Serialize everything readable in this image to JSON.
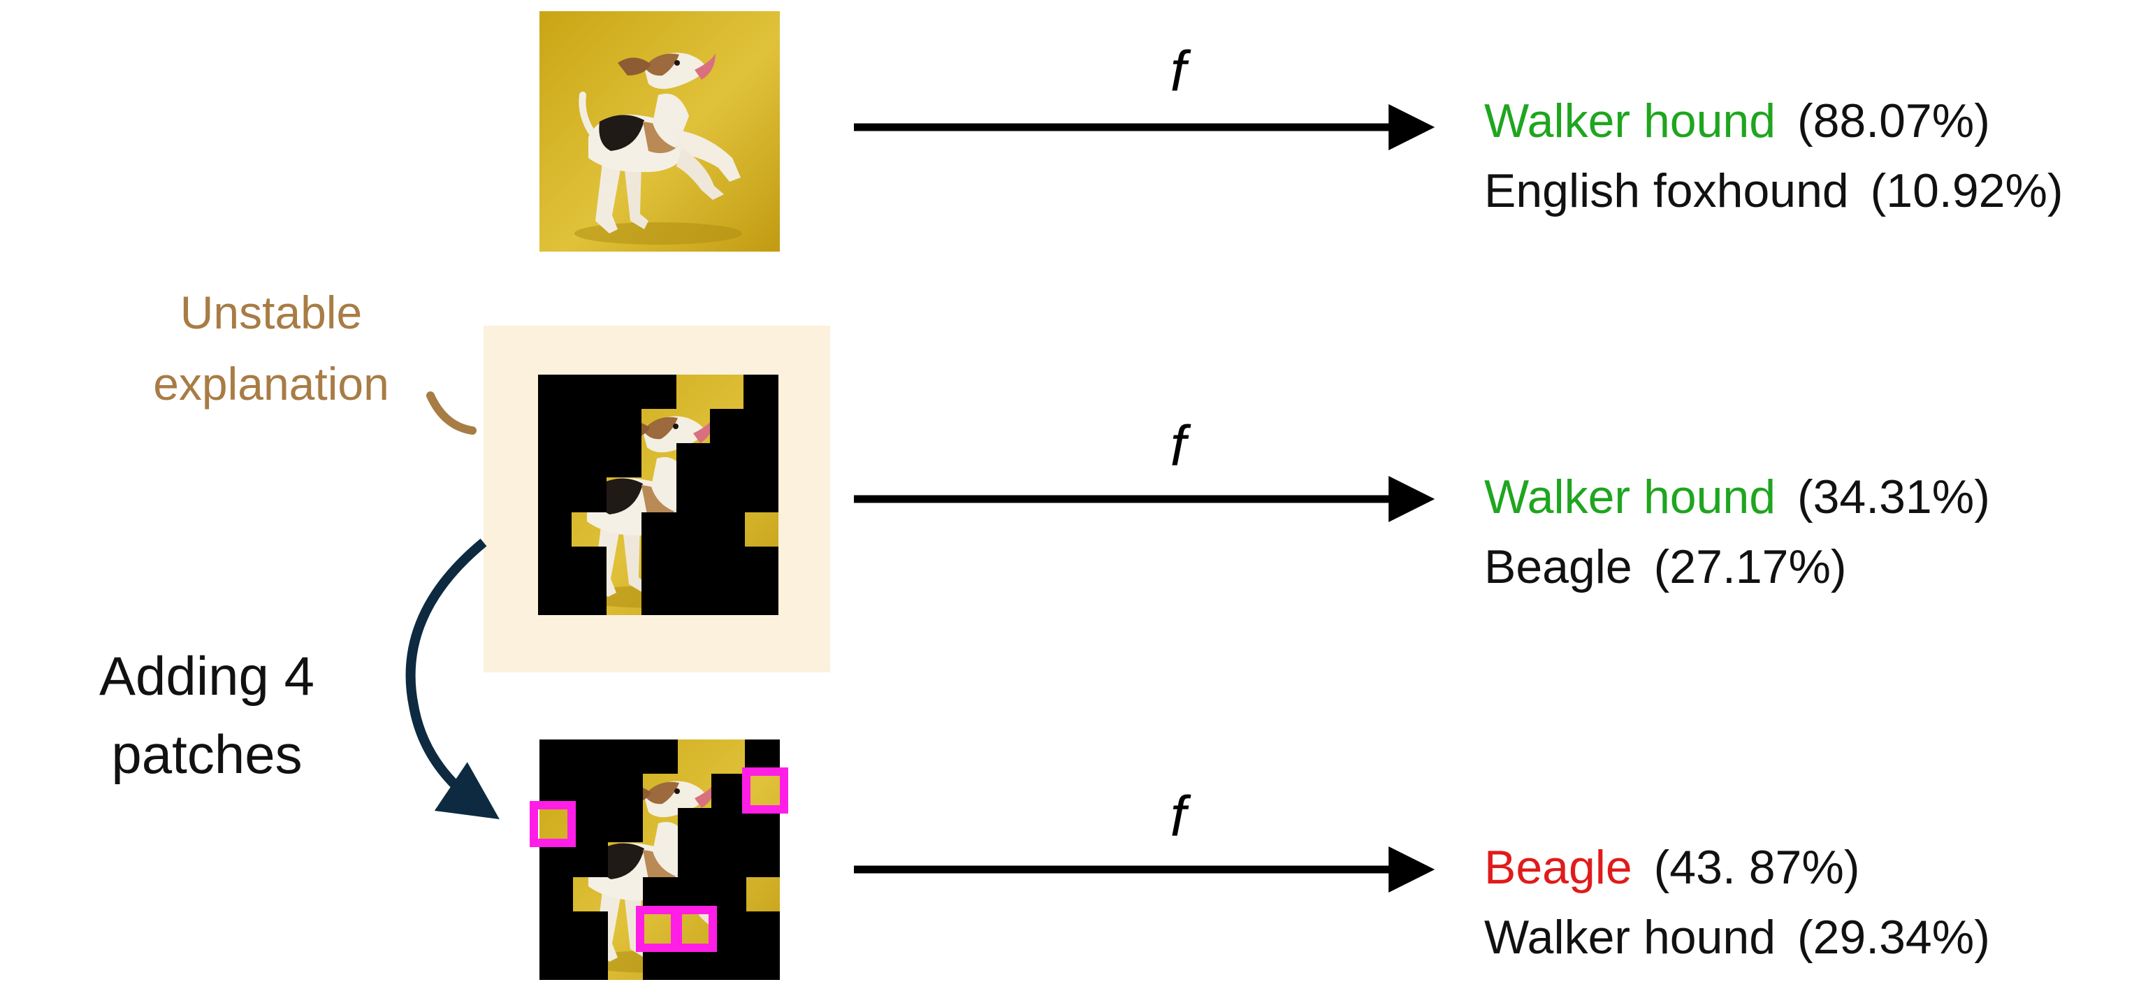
{
  "rows": [
    {
      "function_label": "f",
      "predictions": [
        {
          "label": "Walker hound",
          "score": "(88.07%)",
          "label_color": "#1fa51f"
        },
        {
          "label": "English foxhound",
          "score": "(10.92%)",
          "label_color": "#111111"
        }
      ]
    },
    {
      "function_label": "f",
      "predictions": [
        {
          "label": "Walker hound",
          "score": "(34.31%)",
          "label_color": "#1fa51f"
        },
        {
          "label": "Beagle",
          "score": "(27.17%)",
          "label_color": "#111111"
        }
      ]
    },
    {
      "function_label": "f",
      "predictions": [
        {
          "label": "Beagle",
          "score": "(43. 87%)",
          "label_color": "#e01b1b"
        },
        {
          "label": "Walker hound",
          "score": "(29.34%)",
          "label_color": "#111111"
        }
      ]
    }
  ],
  "callout": {
    "line1": "Unstable",
    "line2": "explanation",
    "color": "#a87c45"
  },
  "step": {
    "line1": "Adding 4",
    "line2": "patches"
  },
  "colors": {
    "highlight_box": "#ff1ee6",
    "explanation_bg": "#fbf1dc",
    "image_bg": "#d7b52a",
    "mask": "#000000",
    "curve_arrow": "#0d2a40"
  }
}
